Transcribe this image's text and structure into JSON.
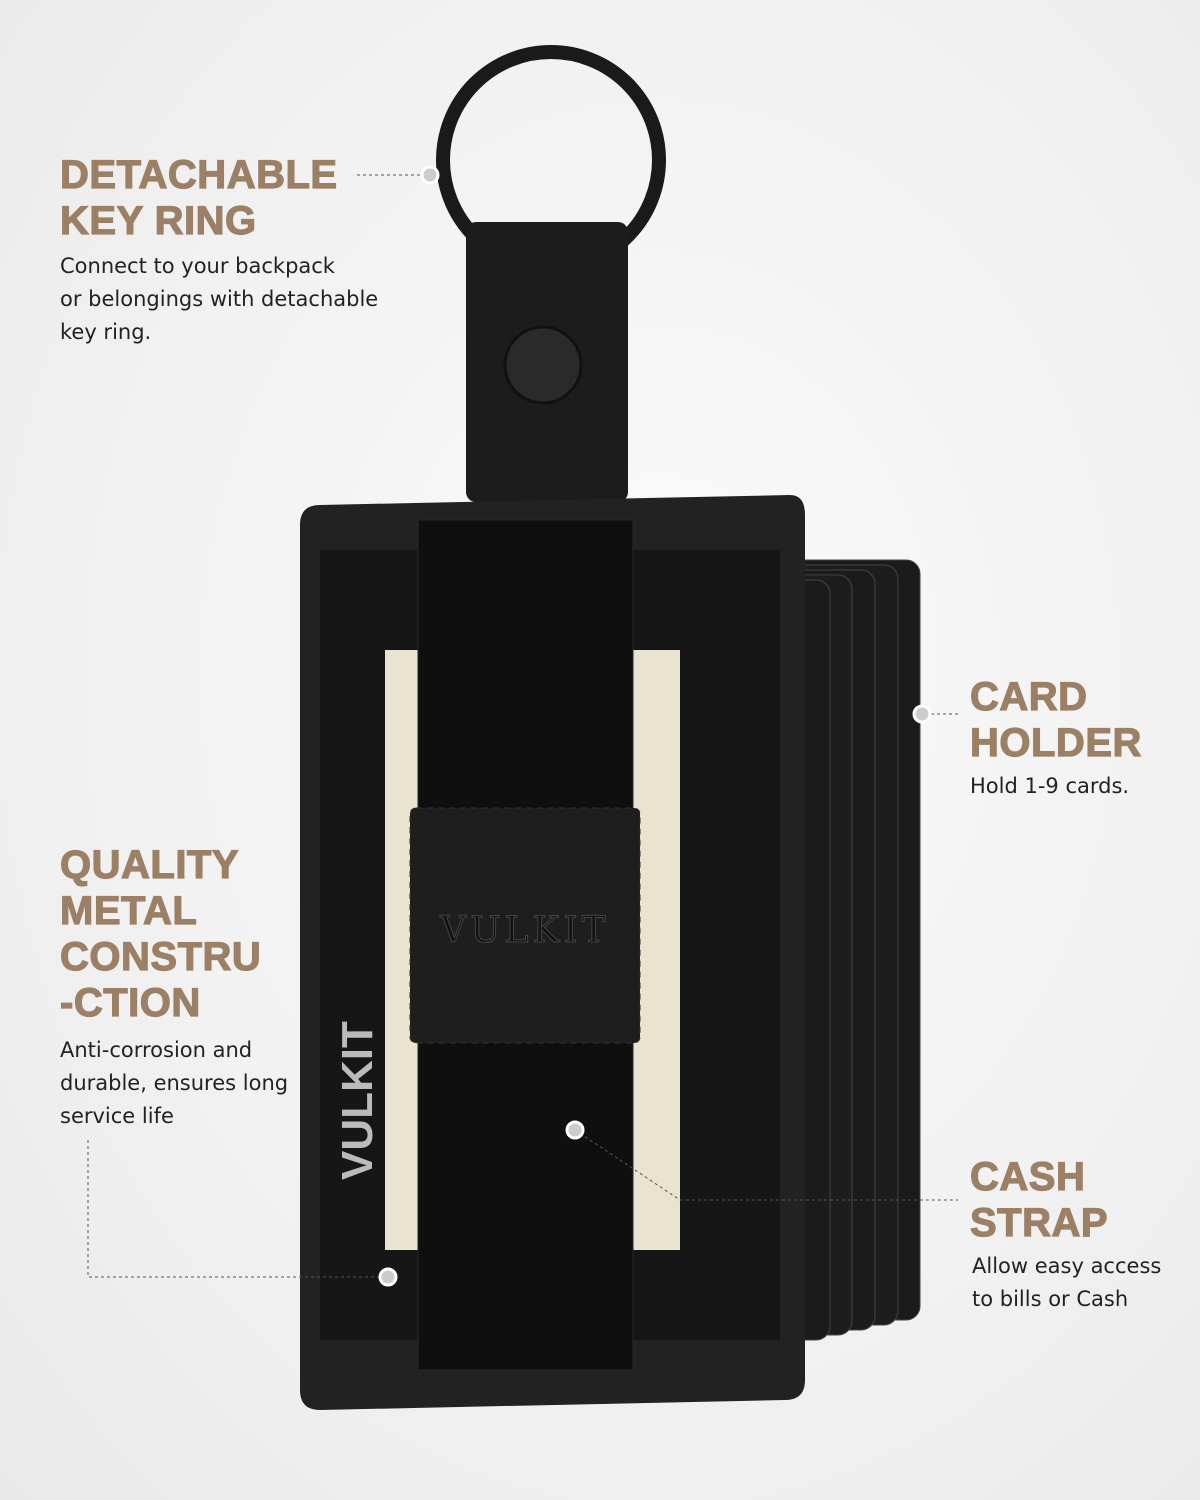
{
  "callouts": {
    "key_ring": {
      "title_line1": "DETACHABLE",
      "title_line2": "KEY RING",
      "desc_line1": "Connect to your backpack",
      "desc_line2": "or belongings with detachable",
      "desc_line3": "key ring."
    },
    "card_holder": {
      "title_line1": "CARD",
      "title_line2": "HOLDER",
      "desc_line1": "Hold 1-9 cards."
    },
    "metal": {
      "title_line1": "QUALITY",
      "title_line2": "METAL",
      "title_line3": "CONSTRU",
      "title_line4": "-CTION",
      "desc_line1": "Anti-corrosion and",
      "desc_line2": "durable, ensures long",
      "desc_line3": "service life"
    },
    "cash_strap": {
      "title_line1": "CASH",
      "title_line2": "STRAP",
      "desc_line1": "Allow easy access",
      "desc_line2": "to bills or Cash"
    }
  },
  "product": {
    "brand_patch": "VULKIT",
    "card_brand": "VULKIT"
  },
  "colors": {
    "accent": "#9c8066",
    "text": "#222222",
    "product": "#1a1a1a"
  }
}
